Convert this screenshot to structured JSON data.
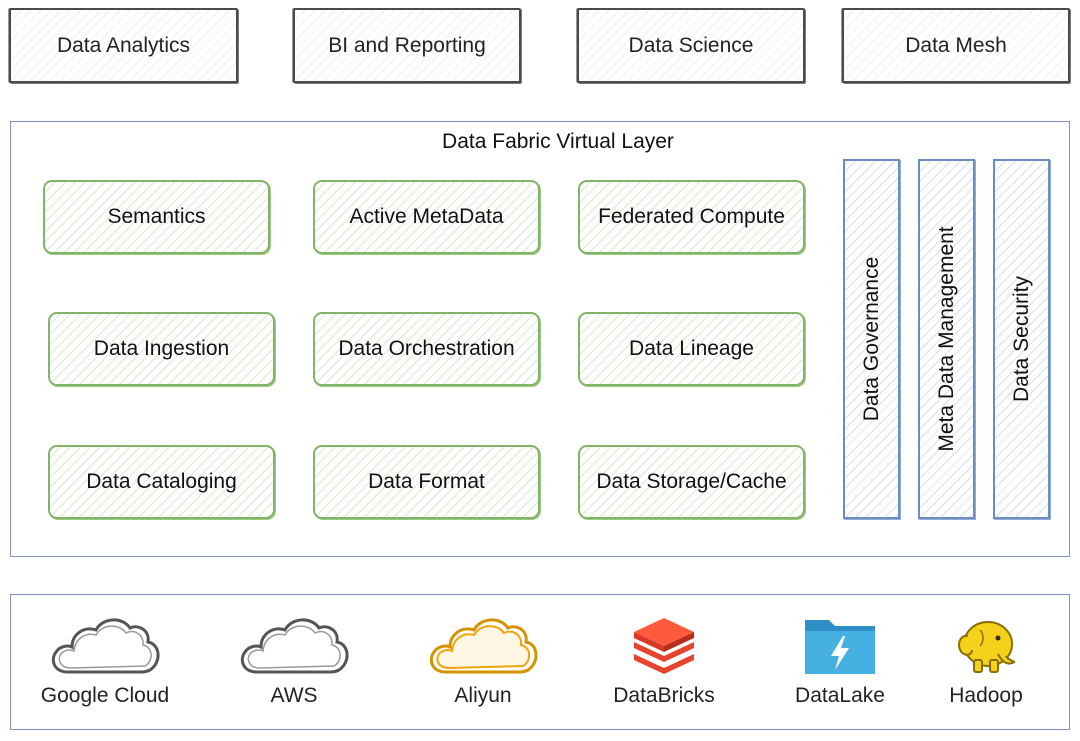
{
  "top_layer": [
    {
      "label": "Data Analytics"
    },
    {
      "label": "BI and Reporting"
    },
    {
      "label": "Data Science"
    },
    {
      "label": "Data Mesh"
    }
  ],
  "fabric": {
    "title": "Data Fabric Virtual Layer",
    "components": [
      {
        "label": "Semantics"
      },
      {
        "label": "Active MetaData"
      },
      {
        "label": "Federated Compute"
      },
      {
        "label": "Data Ingestion"
      },
      {
        "label": "Data Orchestration"
      },
      {
        "label": "Data Lineage"
      },
      {
        "label": "Data Cataloging"
      },
      {
        "label": "Data Format"
      },
      {
        "label": "Data Storage/Cache"
      }
    ],
    "pillars": [
      {
        "label": "Data Governance"
      },
      {
        "label": "Meta Data Management"
      },
      {
        "label": "Data Security"
      }
    ]
  },
  "infrastructure": [
    {
      "label": "Google Cloud",
      "icon": "cloud-icon"
    },
    {
      "label": "AWS",
      "icon": "cloud-icon"
    },
    {
      "label": "Aliyun",
      "icon": "cloud-icon"
    },
    {
      "label": "DataBricks",
      "icon": "databricks-icon"
    },
    {
      "label": "DataLake",
      "icon": "folder-lightning-icon"
    },
    {
      "label": "Hadoop",
      "icon": "elephant-icon"
    }
  ],
  "colors": {
    "component_border": "#82b366",
    "pillar_border": "#6c8ebf",
    "container_border": "#7d95bf",
    "aliyun_orange": "#f0a30a",
    "databricks_red": "#e8432e",
    "datalake_blue": "#3ea3d8",
    "hadoop_yellow": "#f5d21a"
  }
}
